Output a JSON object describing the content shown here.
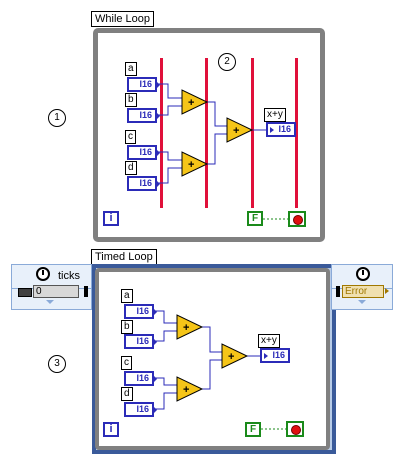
{
  "while_loop": {
    "label": "While Loop",
    "inputs": [
      "a",
      "b",
      "c",
      "d"
    ],
    "type_tag": "I16",
    "output_label": "x+y",
    "iteration_terminal": "i",
    "condition_terminal": "F",
    "callout_a": "1",
    "callout_b": "2"
  },
  "timed_loop": {
    "label": "Timed Loop",
    "inputs": [
      "a",
      "b",
      "c",
      "d"
    ],
    "type_tag": "I16",
    "output_label": "x+y",
    "iteration_terminal": "i",
    "condition_terminal": "F",
    "callout": "3",
    "input_node_label": "ticks",
    "input_node_value": "0",
    "output_node_value": "Error"
  },
  "colors": {
    "frame": "#808080",
    "wire_int": "#2b2bb8",
    "flat_sequence": "#e0103a",
    "add_node": "#f5c518",
    "boolean": "#1a8a1a",
    "timed_node": "#e8f0fa"
  },
  "icons": {
    "add_node": "add-icon",
    "stop_button": "stop-icon",
    "clock": "clock-icon"
  }
}
